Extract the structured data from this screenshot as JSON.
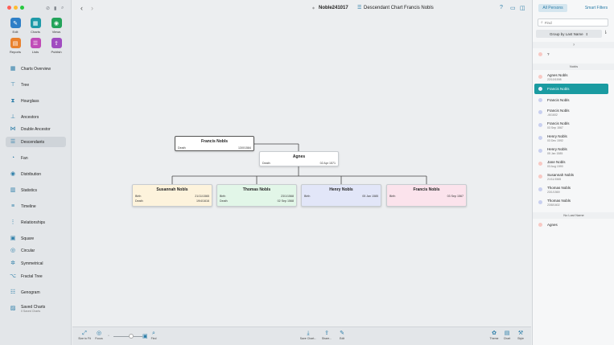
{
  "toolbar_tools": [
    {
      "label": "Edit",
      "color": "#2e7fc7",
      "icon": "pencil-icon"
    },
    {
      "label": "Charts",
      "color": "#1f9aa8",
      "icon": "charts-icon"
    },
    {
      "label": "Views",
      "color": "#23a35a",
      "icon": "eye-icon"
    },
    {
      "label": "Reports",
      "color": "#e9822e",
      "icon": "reports-icon"
    },
    {
      "label": "Lists",
      "color": "#c04cb8",
      "icon": "lists-icon"
    },
    {
      "label": "Publish",
      "color": "#a04cc0",
      "icon": "publish-icon"
    }
  ],
  "nav": [
    {
      "label": "Charts Overview",
      "icon": "grid-icon"
    },
    {
      "label": "Tree",
      "icon": "tree-icon"
    },
    {
      "label": "Hourglass",
      "icon": "hourglass-icon"
    },
    {
      "label": "Ancestors",
      "icon": "ancestors-icon"
    },
    {
      "label": "Double Ancestor",
      "icon": "double-ancestor-icon"
    },
    {
      "label": "Descendants",
      "icon": "descendants-icon",
      "active": true
    },
    {
      "label": "Fan",
      "icon": "fan-icon"
    },
    {
      "label": "Distribution",
      "icon": "distribution-icon"
    },
    {
      "label": "Statistics",
      "icon": "statistics-icon"
    },
    {
      "label": "Timeline",
      "icon": "timeline-icon"
    },
    {
      "label": "Relationships",
      "icon": "relationships-icon"
    },
    {
      "label": "Square",
      "icon": "square-icon"
    },
    {
      "label": "Circular",
      "icon": "circular-icon"
    },
    {
      "label": "Symmetrical",
      "icon": "symmetrical-icon"
    },
    {
      "label": "Fractal Tree",
      "icon": "fractal-tree-icon"
    },
    {
      "label": "Genogram",
      "icon": "genogram-icon"
    },
    {
      "label": "Saved Charts",
      "icon": "saved-charts-icon",
      "sub": "0 Saved Charts"
    }
  ],
  "header": {
    "document_title": "Noble241017",
    "chart_title": "Descendant Chart Francis Nobls"
  },
  "chart": {
    "root": {
      "name": "Francis Nobls",
      "rows": [
        {
          "label": "Death",
          "value": "13/0/1584"
        }
      ]
    },
    "spouse": {
      "name": "Agnes",
      "rows": [
        {
          "label": "Death",
          "value": "02 Apr 1571"
        }
      ]
    },
    "children": [
      {
        "name": "Susannah Nobls",
        "color": "#fdf3dc",
        "rows": [
          {
            "label": "Birth",
            "value": "21/11/1565"
          },
          {
            "label": "Death",
            "value": "19/4/1616"
          }
        ]
      },
      {
        "name": "Thomas Nobls",
        "color": "#e2f6e8",
        "rows": [
          {
            "label": "Birth",
            "value": "23/1/1568"
          },
          {
            "label": "Death",
            "value": "02 Sep 1568"
          }
        ]
      },
      {
        "name": "Henry Nobls",
        "color": "#e2e6f8",
        "rows": [
          {
            "label": "Birth",
            "value": "05 Jan 1585"
          }
        ]
      },
      {
        "name": "Francis Nobls",
        "color": "#fbe3ec",
        "rows": [
          {
            "label": "Birth",
            "value": "03 Sep 1567"
          }
        ]
      }
    ]
  },
  "bottom": {
    "size_to_fit": "Size to Fit",
    "focus": "Focus",
    "find": "Find",
    "save_chart": "Save Chart...",
    "share": "Share...",
    "edit": "Edit",
    "theme": "Theme",
    "chart": "Chart",
    "style": "Style",
    "zoom_level": 0.6
  },
  "persons_panel": {
    "all_persons": "All Persons",
    "smart_filters": "Smart Filters",
    "find_placeholder": "Find",
    "group_by": "Group by Last Name",
    "sections": [
      {
        "title": "?",
        "people": [
          {
            "name": "?",
            "date": "",
            "sex": "f"
          }
        ]
      },
      {
        "title": "Nobls",
        "people": [
          {
            "name": "Agnes Nobls",
            "date": "22/10/1598",
            "sex": "f"
          },
          {
            "name": "Francis Nobls",
            "date": "",
            "sex": "m",
            "selected": true
          },
          {
            "name": "Francis Nobls",
            "date": "",
            "sex": "m"
          },
          {
            "name": "Francis Nobls",
            "date": "-/6/1602",
            "sex": "m"
          },
          {
            "name": "Francis Nobls",
            "date": "03 Sep 1567",
            "sex": "m"
          },
          {
            "name": "Henry Nobls",
            "date": "03 Dec 1592",
            "sex": "m"
          },
          {
            "name": "Henry Nobls",
            "date": "05 Jan 1585",
            "sex": "m"
          },
          {
            "name": "Jane Nobls",
            "date": "03 Aug 1590",
            "sex": "f"
          },
          {
            "name": "Susannah Nobls",
            "date": "21/11/1565",
            "sex": "f"
          },
          {
            "name": "Thomas Nobls",
            "date": "23/1/1569",
            "sex": "m"
          },
          {
            "name": "Thomas Nobls",
            "date": "23/8/1602",
            "sex": "m"
          }
        ]
      },
      {
        "title": "No Last Name",
        "people": [
          {
            "name": "Agnes",
            "date": "",
            "sex": "f"
          }
        ]
      }
    ]
  }
}
